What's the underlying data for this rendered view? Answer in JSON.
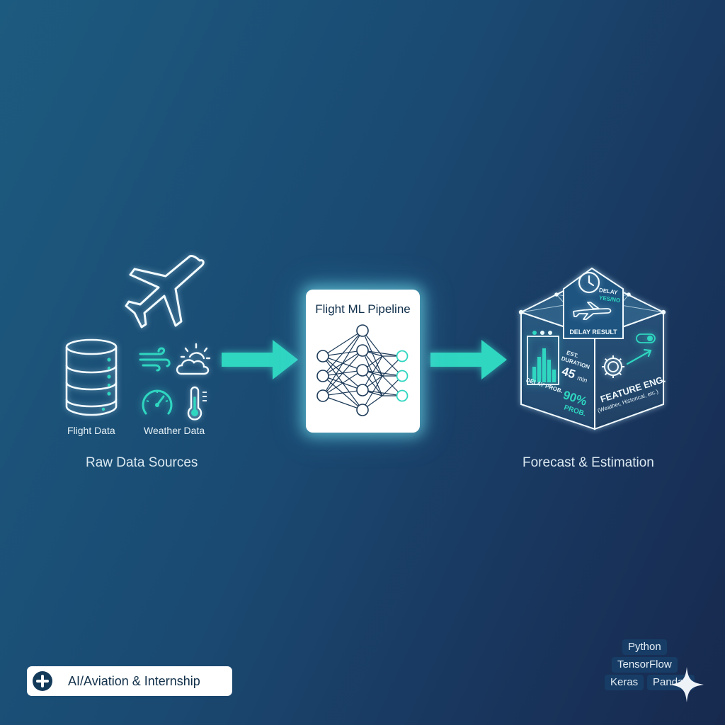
{
  "left_group": {
    "flight_data_label": "Flight Data",
    "weather_data_label": "Weather Data",
    "group_label": "Raw Data Sources",
    "icons": [
      "airplane-icon",
      "database-icon",
      "wind-icon",
      "sun-cloud-icon",
      "speedometer-icon",
      "thermometer-icon"
    ]
  },
  "pipeline": {
    "title": "Flight ML Pipeline",
    "icon": "neural-network-icon"
  },
  "output": {
    "group_label": "Forecast & Estimation",
    "cube": {
      "top_line1": "DELAY",
      "top_line2": "YES/NO",
      "top_result": "DELAY RESULT",
      "prob_label": "DELAY PROB.",
      "est_label1": "EST.",
      "est_label2": "DURATION",
      "est_value": "45",
      "est_unit": "min",
      "pct_value": "90%",
      "pct_label": "PROB.",
      "feature_title": "FEATURE ENG.",
      "feature_sub": "(Weather, Historical, etc.)"
    }
  },
  "footer": {
    "badge_text": "AI/Aviation & Internship",
    "tags": [
      "Python",
      "TensorFlow",
      "Keras",
      "Pandas"
    ]
  },
  "colors": {
    "accent_teal": "#2fd6c0",
    "line_white": "#f2fbff",
    "bg_dark": "#17294e",
    "bg_light": "#1d5a7f"
  }
}
